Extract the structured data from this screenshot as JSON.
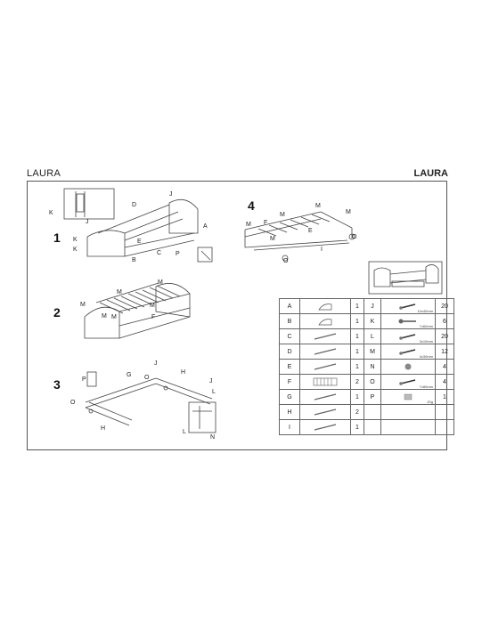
{
  "header": {
    "left_title": "LAURA",
    "right_title": "LAURA"
  },
  "steps": [
    "1",
    "2",
    "3",
    "4"
  ],
  "callouts": {
    "step1": [
      "K",
      "J",
      "D",
      "J",
      "A",
      "E",
      "K",
      "C",
      "K",
      "B",
      "P"
    ],
    "step2": [
      "M",
      "M",
      "M",
      "M",
      "M",
      "M",
      "F"
    ],
    "step3": [
      "P",
      "G",
      "J",
      "H",
      "O",
      "J",
      "O",
      "H",
      "L",
      "L",
      "N"
    ],
    "step4": [
      "M",
      "M",
      "M",
      "M",
      "F",
      "M",
      "E",
      "O",
      "I",
      "O"
    ]
  },
  "parts_table": {
    "rows": [
      {
        "letter": "A",
        "qty": "1",
        "letter2": "J",
        "spec2": "10x40mm",
        "qty2": "20"
      },
      {
        "letter": "B",
        "qty": "1",
        "letter2": "K",
        "spec2": "7x60mm",
        "qty2": "6"
      },
      {
        "letter": "C",
        "qty": "1",
        "letter2": "L",
        "spec2": "3x10mm",
        "qty2": "20"
      },
      {
        "letter": "D",
        "qty": "1",
        "letter2": "M",
        "spec2": "4x30mm",
        "qty2": "12"
      },
      {
        "letter": "E",
        "qty": "1",
        "letter2": "N",
        "spec2": "",
        "qty2": "4"
      },
      {
        "letter": "F",
        "qty": "2",
        "letter2": "O",
        "spec2": "7x80mm",
        "qty2": "4"
      },
      {
        "letter": "G",
        "qty": "1",
        "letter2": "P",
        "spec2": "20g",
        "qty2": "1"
      },
      {
        "letter": "H",
        "qty": "2",
        "letter2": "",
        "spec2": "",
        "qty2": ""
      },
      {
        "letter": "I",
        "qty": "1",
        "letter2": "",
        "spec2": "",
        "qty2": ""
      }
    ]
  }
}
